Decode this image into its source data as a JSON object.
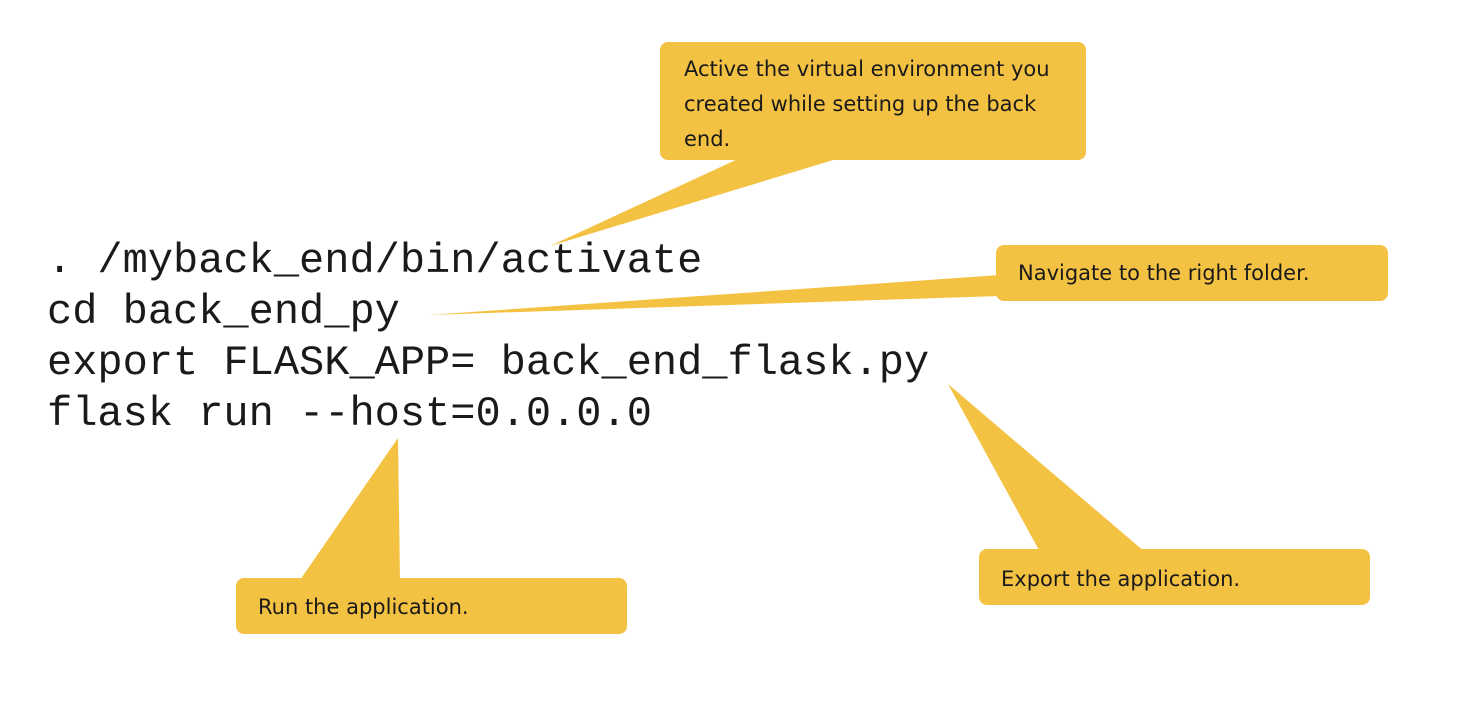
{
  "code": {
    "lines": [
      ". /myback_end/bin/activate",
      "cd back_end_py",
      "export FLASK_APP= back_end_flask.py",
      "flask run --host=0.0.0.0"
    ]
  },
  "callouts": {
    "activate": "Active the virtual environment you created while setting up the back end.",
    "navigate": "Navigate to the right folder.",
    "export": "Export the application.",
    "run": "Run the application."
  },
  "colors": {
    "callout_fill": "#f4c242",
    "text": "#1a1a1a",
    "background": "#ffffff"
  }
}
